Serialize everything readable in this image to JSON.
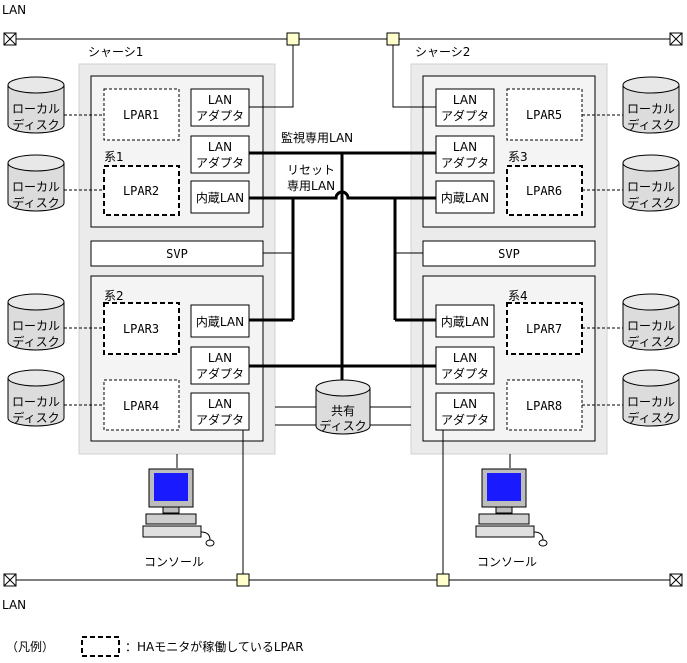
{
  "lan_top_label": "LAN",
  "lan_bottom_label": "LAN",
  "chassis1_label": "シャーシ1",
  "chassis2_label": "シャーシ2",
  "lpar1": "LPAR1",
  "lpar2": "LPAR2",
  "lpar3": "LPAR3",
  "lpar4": "LPAR4",
  "lpar5": "LPAR5",
  "lpar6": "LPAR6",
  "lpar7": "LPAR7",
  "lpar8": "LPAR8",
  "kei1": "系1",
  "kei2": "系2",
  "kei3": "系3",
  "kei4": "系4",
  "lan_line1": "LAN",
  "adapter_line2": "アダプタ",
  "naizo_lan": "内蔵LAN",
  "svp": "SVP",
  "local_disk_line1": "ローカル",
  "local_disk_line2": "ディスク",
  "shared_disk_line1": "共有",
  "shared_disk_line2": "ディスク",
  "monitor_lan": "監視専用LAN",
  "reset_line1": "リセット",
  "reset_line2": "専用LAN",
  "console": "コンソール",
  "legend_label": "（凡例）",
  "legend_text": "：HAモニタが稼働しているLPAR"
}
